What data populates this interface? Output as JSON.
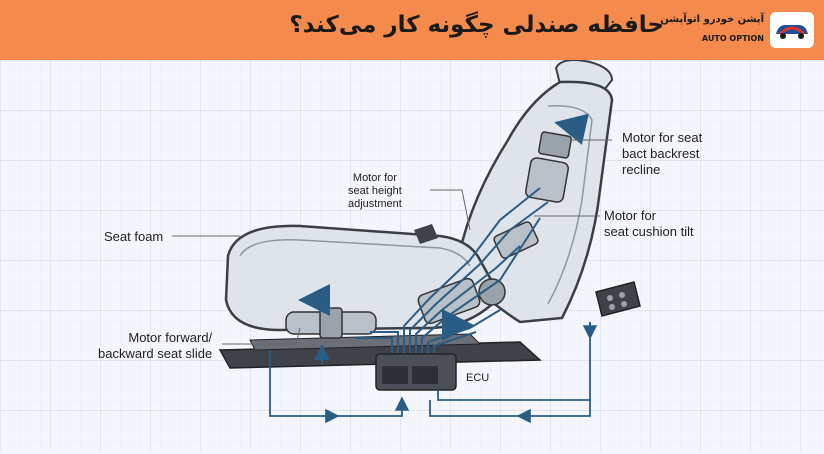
{
  "header": {
    "title": "حافظه صندلی چگونه کار می‌کند؟",
    "logo_text_fa": "آپشن خودرو اتوآپشن",
    "logo_text_en": "AUTO OPTION",
    "background_color": "#f58a4d"
  },
  "diagram": {
    "labels": {
      "backrest_motor": "Motor for seat\nbact backrest\nrecline",
      "height_motor": "Motor for\nseat height\nadjustment",
      "cushion_tilt_motor": "Motor for\nseat cushion tilt",
      "seat_foam": "Seat foam",
      "slide_motor": "Motor forward/\nbackward seat slide",
      "ecu": "ECU"
    },
    "colors": {
      "wire": "#2a5d86",
      "wire_light": "#3c86c0",
      "grid": "#d7deea",
      "seat_fill": "#dfe4ea",
      "seat_outline": "#3a3f46"
    }
  }
}
